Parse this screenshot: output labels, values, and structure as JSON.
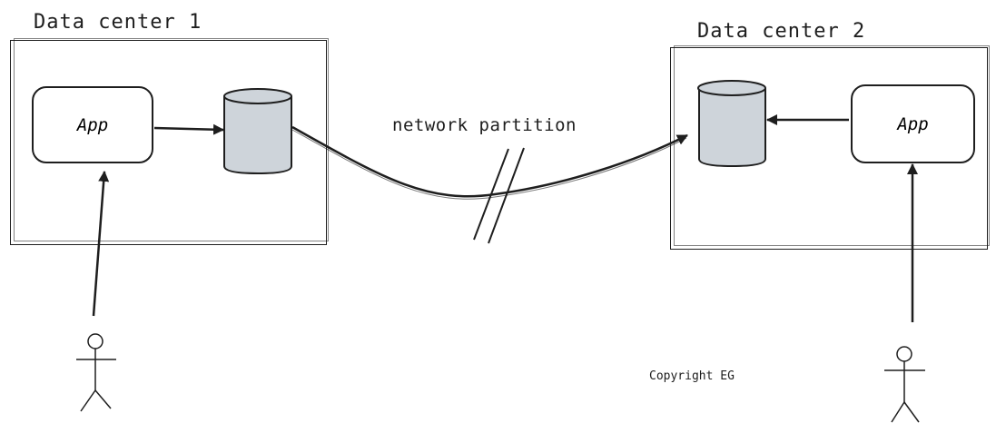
{
  "datacenters": [
    {
      "title": "Data center 1",
      "app_label": "App"
    },
    {
      "title": "Data center 2",
      "app_label": "App"
    }
  ],
  "partition_label": "network partition",
  "copyright": "Copyright EG",
  "colors": {
    "stroke": "#1e1e1e",
    "database_fill": "#ced4da"
  }
}
